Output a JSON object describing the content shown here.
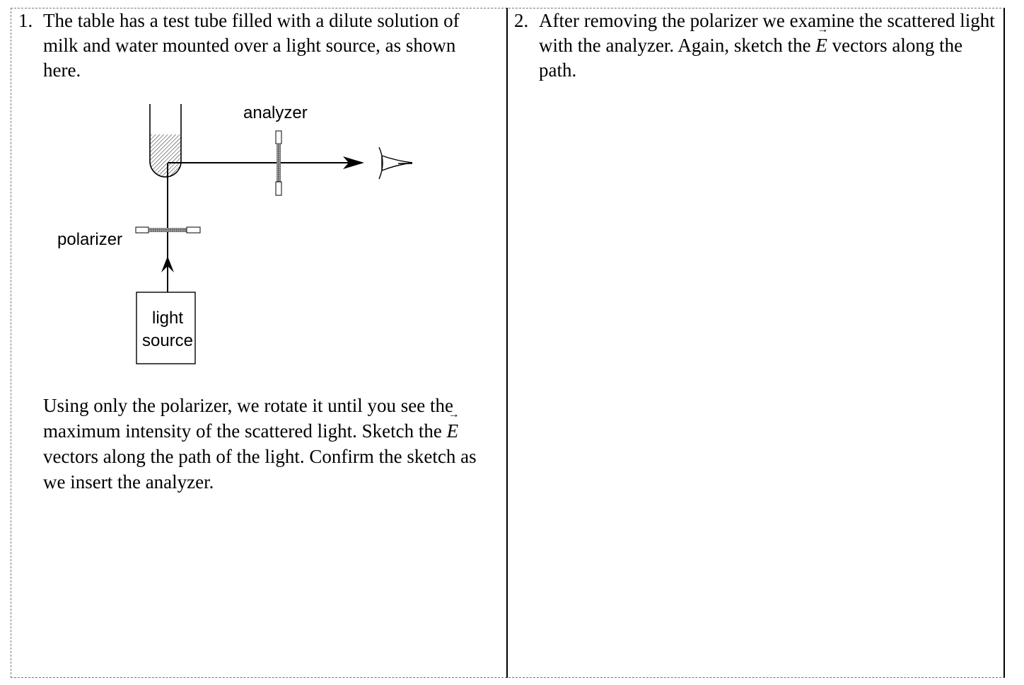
{
  "question1": {
    "number": "1.",
    "intro": "The table has a test tube filled with a dilute solution of milk and water mounted over a light source, as shown here.",
    "para_before_vector": "Using only the polarizer, we rotate it until you see the maximum intensity of the scattered light.  Sketch the",
    "vector_symbol": "E",
    "para_after_vector": "vectors along the path of the light.  Confirm the sketch as we insert the analyzer."
  },
  "question2": {
    "number": "2.",
    "text_before_vector": "After removing the polarizer we examine the scattered light with the analyzer.  Again, sketch the",
    "vector_symbol": "E",
    "text_after_vector": "vectors along the path."
  },
  "diagram": {
    "analyzer_label": "analyzer",
    "polarizer_label": "polarizer",
    "light_source_line1": "light",
    "light_source_line2": "source"
  }
}
